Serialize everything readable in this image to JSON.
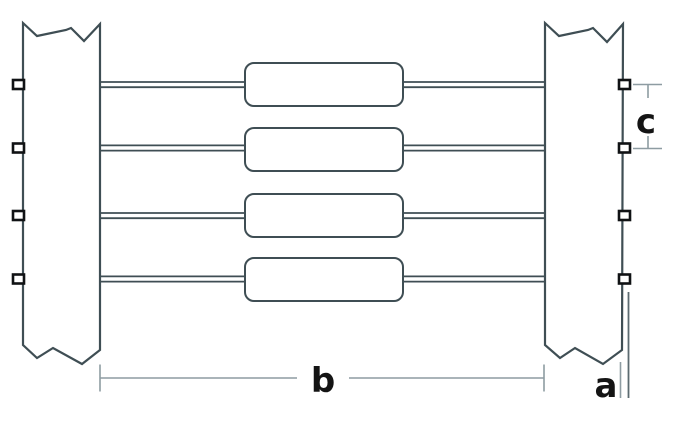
{
  "diagram": {
    "kind": "overhead-line-span-dimension-diagram",
    "conductor_count": 4,
    "labels": {
      "span_b": "b",
      "height_a": "a",
      "spacing_c": "c"
    },
    "colors": {
      "outline": "#3f4e54",
      "attachment_marker": "#101214",
      "dimension_line": "#8e9ca2",
      "dimension_line_dark": "#5c6b71",
      "label_text": "#141414",
      "background": "#ffffff"
    }
  }
}
